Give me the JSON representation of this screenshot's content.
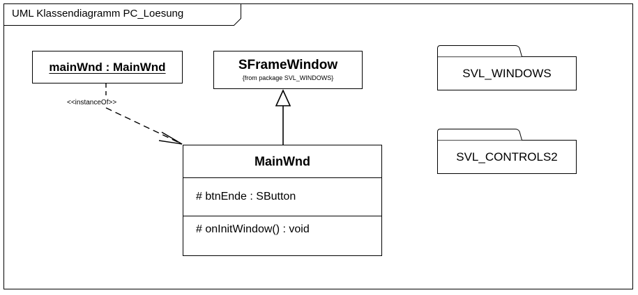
{
  "diagram": {
    "title": "UML Klassendiagramm PC_Loesung",
    "background_color": "#ffffff",
    "line_color": "#000000"
  },
  "object_node": {
    "name": "mainWnd : MainWnd"
  },
  "class_sframewindow": {
    "name": "SFrameWindow",
    "from_package": "{from package SVL_WINDOWS}"
  },
  "class_mainwnd": {
    "name": "MainWnd",
    "attributes": [
      "# btnEnde : SButton"
    ],
    "operations": [
      "# onInitWindow() : void"
    ]
  },
  "packages": [
    {
      "name": "SVL_WINDOWS"
    },
    {
      "name": "SVL_CONTROLS2"
    }
  ],
  "relationships": {
    "dependency_stereotype": "<<instanceOf>>",
    "generalization": "MainWnd -> SFrameWindow"
  }
}
